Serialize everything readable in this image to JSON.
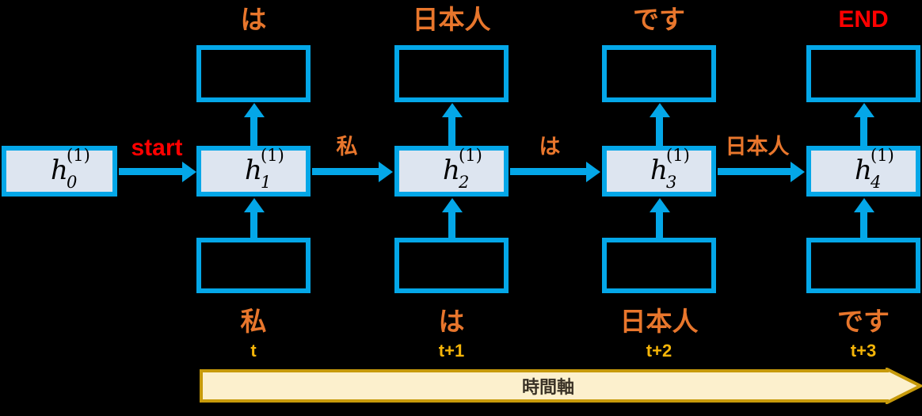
{
  "diagram": {
    "title": "RNN language model unrolled over time",
    "background_color": "#000000",
    "colors": {
      "box_border": "#04A7E8",
      "hidden_fill": "#DDE5F0",
      "arrow": "#04A7E8",
      "label_orange": "#E8762C",
      "label_red": "#FF0000",
      "label_gold": "#F5B508",
      "timeline_fill": "#FCF0CD",
      "timeline_border": "#C79A0B",
      "timeline_text": "#3A3226"
    }
  },
  "initial_state": {
    "name": "h0",
    "base": "h",
    "sub": "0",
    "sup": "(1)"
  },
  "start_arrow": {
    "label": "start"
  },
  "steps": [
    {
      "output_label": "は",
      "hidden": {
        "base": "h",
        "sub": "1",
        "sup": "(1)"
      },
      "input_label": "私",
      "time_label": "t",
      "recurrent_label": "私"
    },
    {
      "output_label": "日本人",
      "hidden": {
        "base": "h",
        "sub": "2",
        "sup": "(1)"
      },
      "input_label": "は",
      "time_label": "t+1",
      "recurrent_label": "は"
    },
    {
      "output_label": "です",
      "hidden": {
        "base": "h",
        "sub": "3",
        "sup": "(1)"
      },
      "input_label": "日本人",
      "time_label": "t+2",
      "recurrent_label": "日本人"
    },
    {
      "output_label": "END",
      "hidden": {
        "base": "h",
        "sub": "4",
        "sup": "(1)"
      },
      "input_label": "です",
      "time_label": "t+3",
      "recurrent_label": ""
    }
  ],
  "timeline": {
    "label": "時間軸"
  }
}
